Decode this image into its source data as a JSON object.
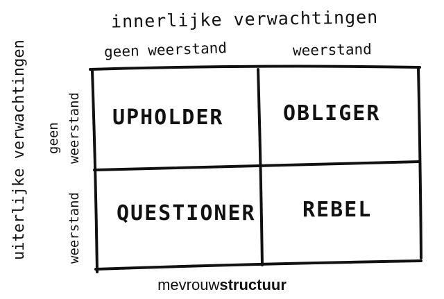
{
  "diagram": {
    "top_axis_title": "innerlijke verwachtingen",
    "top_columns": [
      "geen weerstand",
      "weerstand"
    ],
    "side_axis_title": "uiterlijke verwachtingen",
    "side_rows": {
      "top_line1": "geen",
      "top_line2": "weerstand",
      "bottom": "weerstand"
    },
    "quadrants": {
      "top_left": "UPHOLDER",
      "top_right": "OBLIGER",
      "bottom_left": "QUESTIONER",
      "bottom_right": "REBEL"
    },
    "line_color": "#111111"
  },
  "brand": {
    "part1": "mevrouw",
    "part2": "structuur"
  }
}
